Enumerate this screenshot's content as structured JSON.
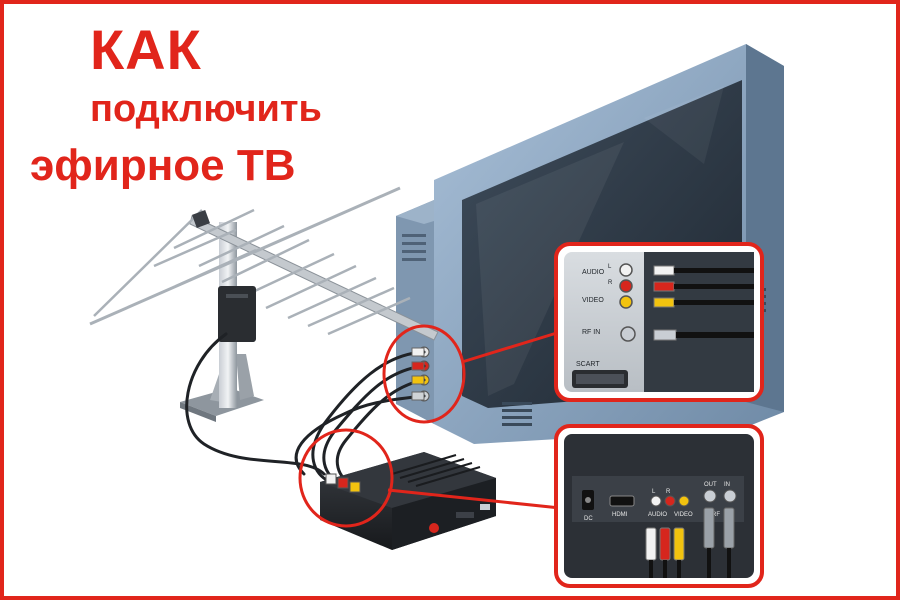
{
  "title": {
    "line1": "КАК",
    "line2": "подключить",
    "line3": "эфирное ТВ"
  },
  "tv_panel": {
    "audio": "AUDIO",
    "left": "L",
    "right": "R",
    "video": "VIDEO",
    "rf_in": "RF IN",
    "scart": "SCART"
  },
  "receiver_panel": {
    "dc": "DC",
    "hdmi": "HDMI",
    "audio": "AUDIO",
    "video": "VIDEO",
    "left": "L",
    "right": "R",
    "rf": "RF",
    "out": "OUT",
    "in": "IN"
  },
  "colors": {
    "accent": "#e1251b",
    "tv_frame": "#8aa4bf",
    "screen": "#2e3a47",
    "antenna": "#9aa3ad",
    "receiver": "#26292e",
    "cable_red": "#d6261d",
    "cable_yellow": "#f2c30f",
    "cable_white": "#f2f2f2"
  }
}
